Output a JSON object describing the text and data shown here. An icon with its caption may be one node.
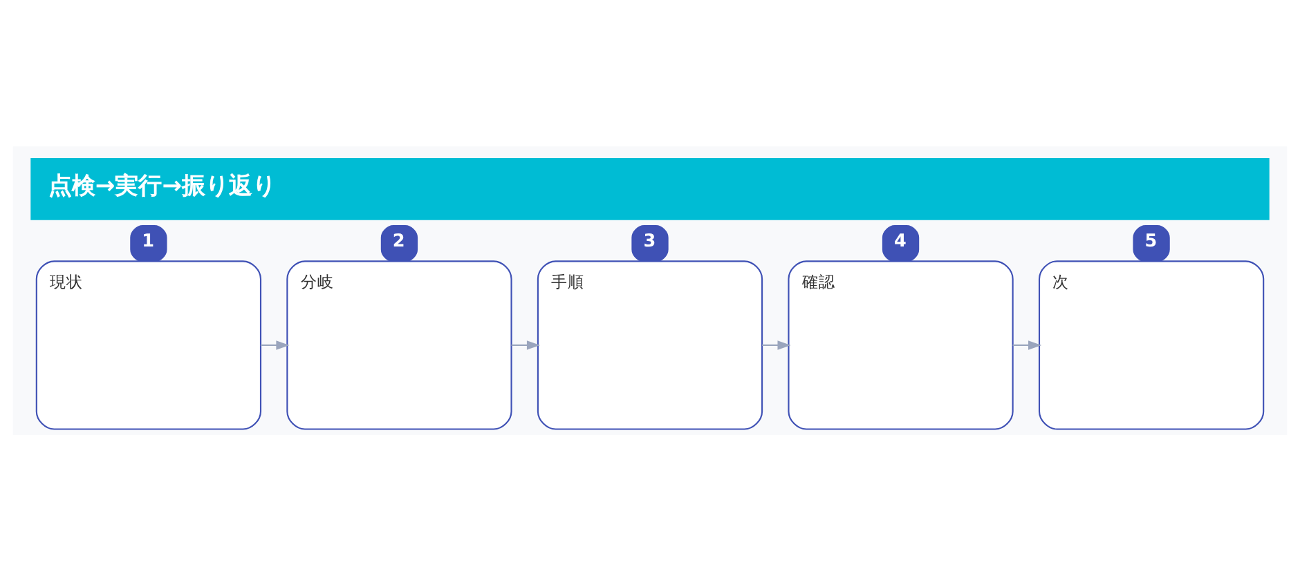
{
  "diagram": {
    "title": "点検→実行→振り返り",
    "nodes": [
      {
        "text": [
          "1",
          "現状"
        ]
      },
      {
        "text": [
          "2",
          "分岐"
        ]
      },
      {
        "text": [
          "3",
          "手順"
        ]
      },
      {
        "text": [
          "4",
          "確認"
        ]
      },
      {
        "text": [
          "5",
          "次"
        ]
      }
    ],
    "edges": [
      {
        "from": 0,
        "to": 1,
        "arrow": "to"
      },
      {
        "from": 1,
        "to": 2,
        "arrow": "to"
      },
      {
        "from": 2,
        "to": 3,
        "arrow": "to"
      },
      {
        "from": 3,
        "to": 4,
        "arrow": "to"
      }
    ]
  }
}
